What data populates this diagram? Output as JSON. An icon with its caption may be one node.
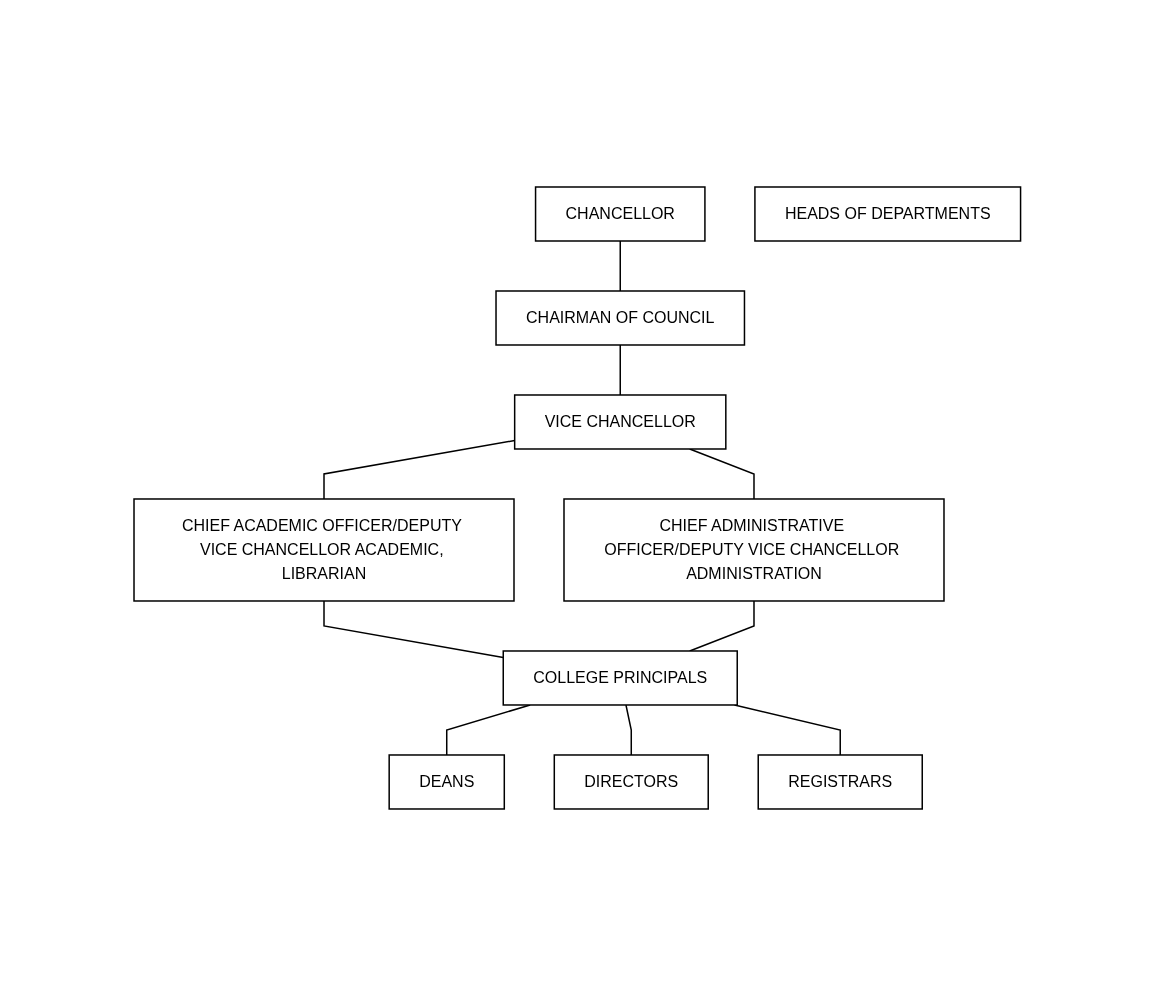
{
  "diagram": {
    "nodes": [
      {
        "text": [
          "CHANCELLOR"
        ]
      },
      {
        "text": [
          "CHAIRMAN OF COUNCIL"
        ]
      },
      {
        "text": [
          "VICE CHANCELLOR"
        ]
      },
      {
        "text": [
          "CHIEF ACADEMIC OFFICER/DEPUTY VICE CHANCELLOR ACADEMIC, LIBRARIAN"
        ]
      },
      {
        "text": [
          "CHIEF ADMINISTRATIVE OFFICER/DEPUTY VICE CHANCELLOR ADMINISTRATION"
        ]
      },
      {
        "text": [
          "COLLEGE PRINCIPALS"
        ]
      },
      {
        "text": [
          "DEANS"
        ]
      },
      {
        "text": [
          "DIRECTORS"
        ]
      },
      {
        "text": [
          "REGISTRARS"
        ]
      },
      {
        "text": [
          "HEADS OF DEPARTMENTS"
        ]
      }
    ],
    "edges": [
      {
        "from": 0,
        "to": 1,
        "arrow": "none"
      },
      {
        "from": 1,
        "to": 2,
        "arrow": "none"
      },
      {
        "from": 2,
        "to": 3,
        "arrow": "none"
      },
      {
        "from": 2,
        "to": 4,
        "arrow": "none"
      },
      {
        "from": 3,
        "to": 5,
        "arrow": "none"
      },
      {
        "from": 4,
        "to": 5,
        "arrow": "none"
      },
      {
        "from": 5,
        "to": 6,
        "arrow": "none"
      },
      {
        "from": 5,
        "to": 7,
        "arrow": "none"
      },
      {
        "from": 5,
        "to": 8,
        "arrow": "none"
      }
    ]
  }
}
